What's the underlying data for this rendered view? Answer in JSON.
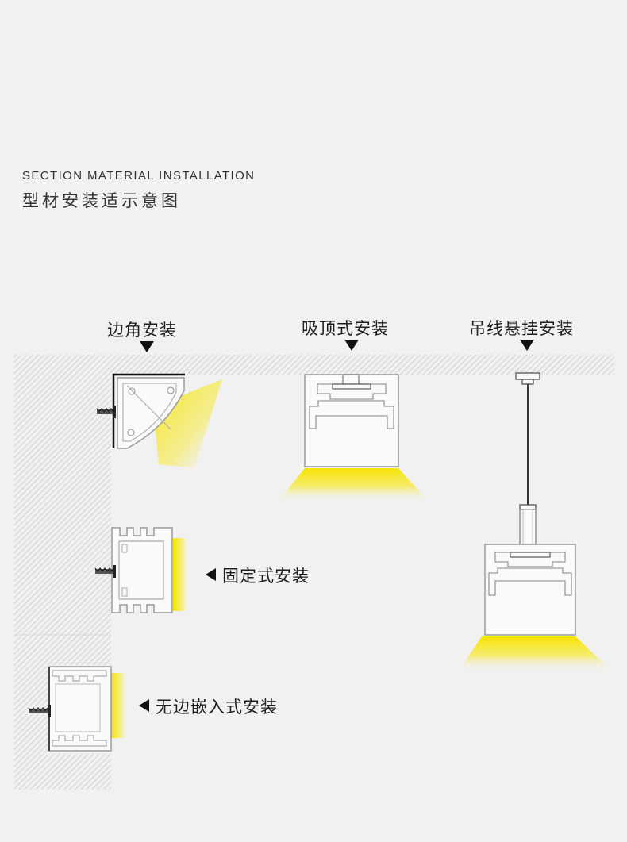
{
  "header": {
    "title_en": "SECTION MATERIAL INSTALLATION",
    "title_cn": "型材安装适示意图"
  },
  "installations": {
    "corner": "边角安装",
    "ceiling": "吸顶式安装",
    "pendant": "吊线悬挂安装",
    "surface": "固定式安装",
    "recessed": "无边嵌入式安装"
  },
  "colors": {
    "background": "#f1f1f1",
    "wall_hatch": "#d6d6d6",
    "light": "#f7e300",
    "profile_outline": "#9a9a9a"
  }
}
